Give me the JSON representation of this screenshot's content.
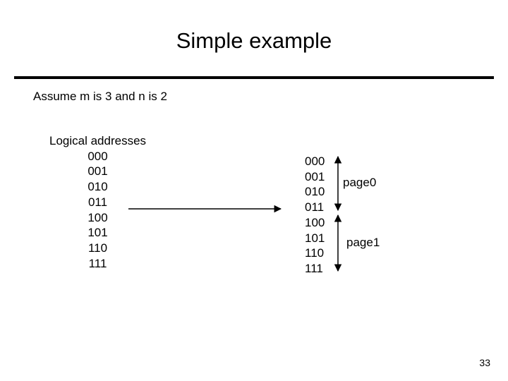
{
  "slide": {
    "title": "Simple example",
    "assumption": "Assume m is 3 and n is 2",
    "page_number": "33"
  },
  "logical": {
    "heading": "Logical addresses",
    "addresses": [
      "000",
      "001",
      "010",
      "011",
      "100",
      "101",
      "110",
      "111"
    ]
  },
  "physical": {
    "addresses": [
      "000",
      "001",
      "010",
      "011",
      "100",
      "101",
      "110",
      "111"
    ],
    "pages": [
      "page0",
      "page1"
    ]
  }
}
